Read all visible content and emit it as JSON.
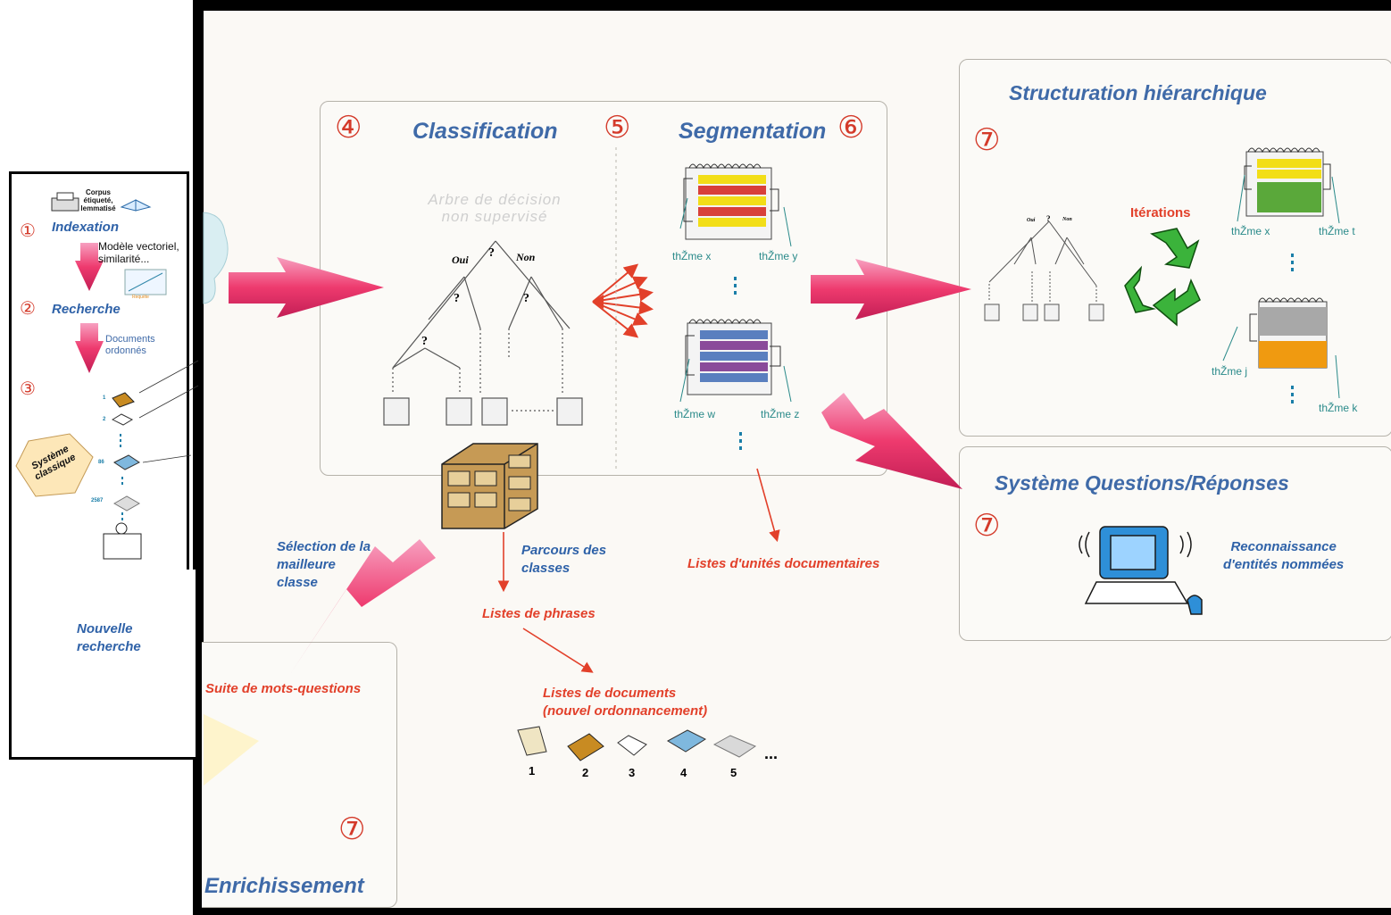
{
  "left_panel": {
    "corpus_label": "Corpus\nétiqueté,\nlemmatisé",
    "step1_num": "①",
    "step1_label": "Indexation",
    "step1_note": "Modèle vectoriel,\nsimilarité...",
    "step2_num": "②",
    "step2_label": "Recherche",
    "step2_note": "Documents\nordonnés",
    "step3_num": "③",
    "ranks": [
      "1",
      "2",
      "86",
      "2587"
    ],
    "systeme_classique": "Système\nclassique",
    "nouvelle_recherche": "Nouvelle\nrecherche",
    "requete_label": "Requête"
  },
  "classification": {
    "num4": "④",
    "title": "Classification",
    "num5": "⑤",
    "tree_caption": "Arbre de décision\nnon supervisé",
    "oui": "Oui",
    "non": "Non",
    "q": "?"
  },
  "segmentation": {
    "title": "Segmentation",
    "num6": "⑥",
    "theme_labels": [
      "thŽme x",
      "thŽme y",
      "thŽme w",
      "thŽme z"
    ]
  },
  "structuration": {
    "title": "Structuration hiérarchique",
    "num": "⑦",
    "iterations": "Itérations",
    "oui": "Oui",
    "non": "Non",
    "q": "?",
    "theme_labels": [
      "thŽme x",
      "thŽme t",
      "thŽme j",
      "thŽme k"
    ]
  },
  "qa": {
    "title": "Système Questions/Réponses",
    "num": "⑦",
    "ner": "Reconnaissance\nd'entités nommées"
  },
  "enrichissement": {
    "title": "Enrichissement",
    "num": "⑦",
    "suite": "Suite de mots-questions"
  },
  "flow": {
    "selection": "Sélection de la\nmailleure\nclasse",
    "parcours": "Parcours des\nclasses",
    "listes_phrases": "Listes de phrases",
    "listes_unites": "Listes d'unités documentaires",
    "listes_docs": "Listes de documents\n(nouvel ordonnancement)",
    "doc_ranks": [
      "1",
      "2",
      "3",
      "4",
      "5"
    ],
    "ellipsis": "..."
  },
  "colors": {
    "accent_red": "#e2402a",
    "title_blue": "#3f6aa8",
    "arrow_pink": "#ee3a6e",
    "theme_teal": "#2a8a8a"
  }
}
